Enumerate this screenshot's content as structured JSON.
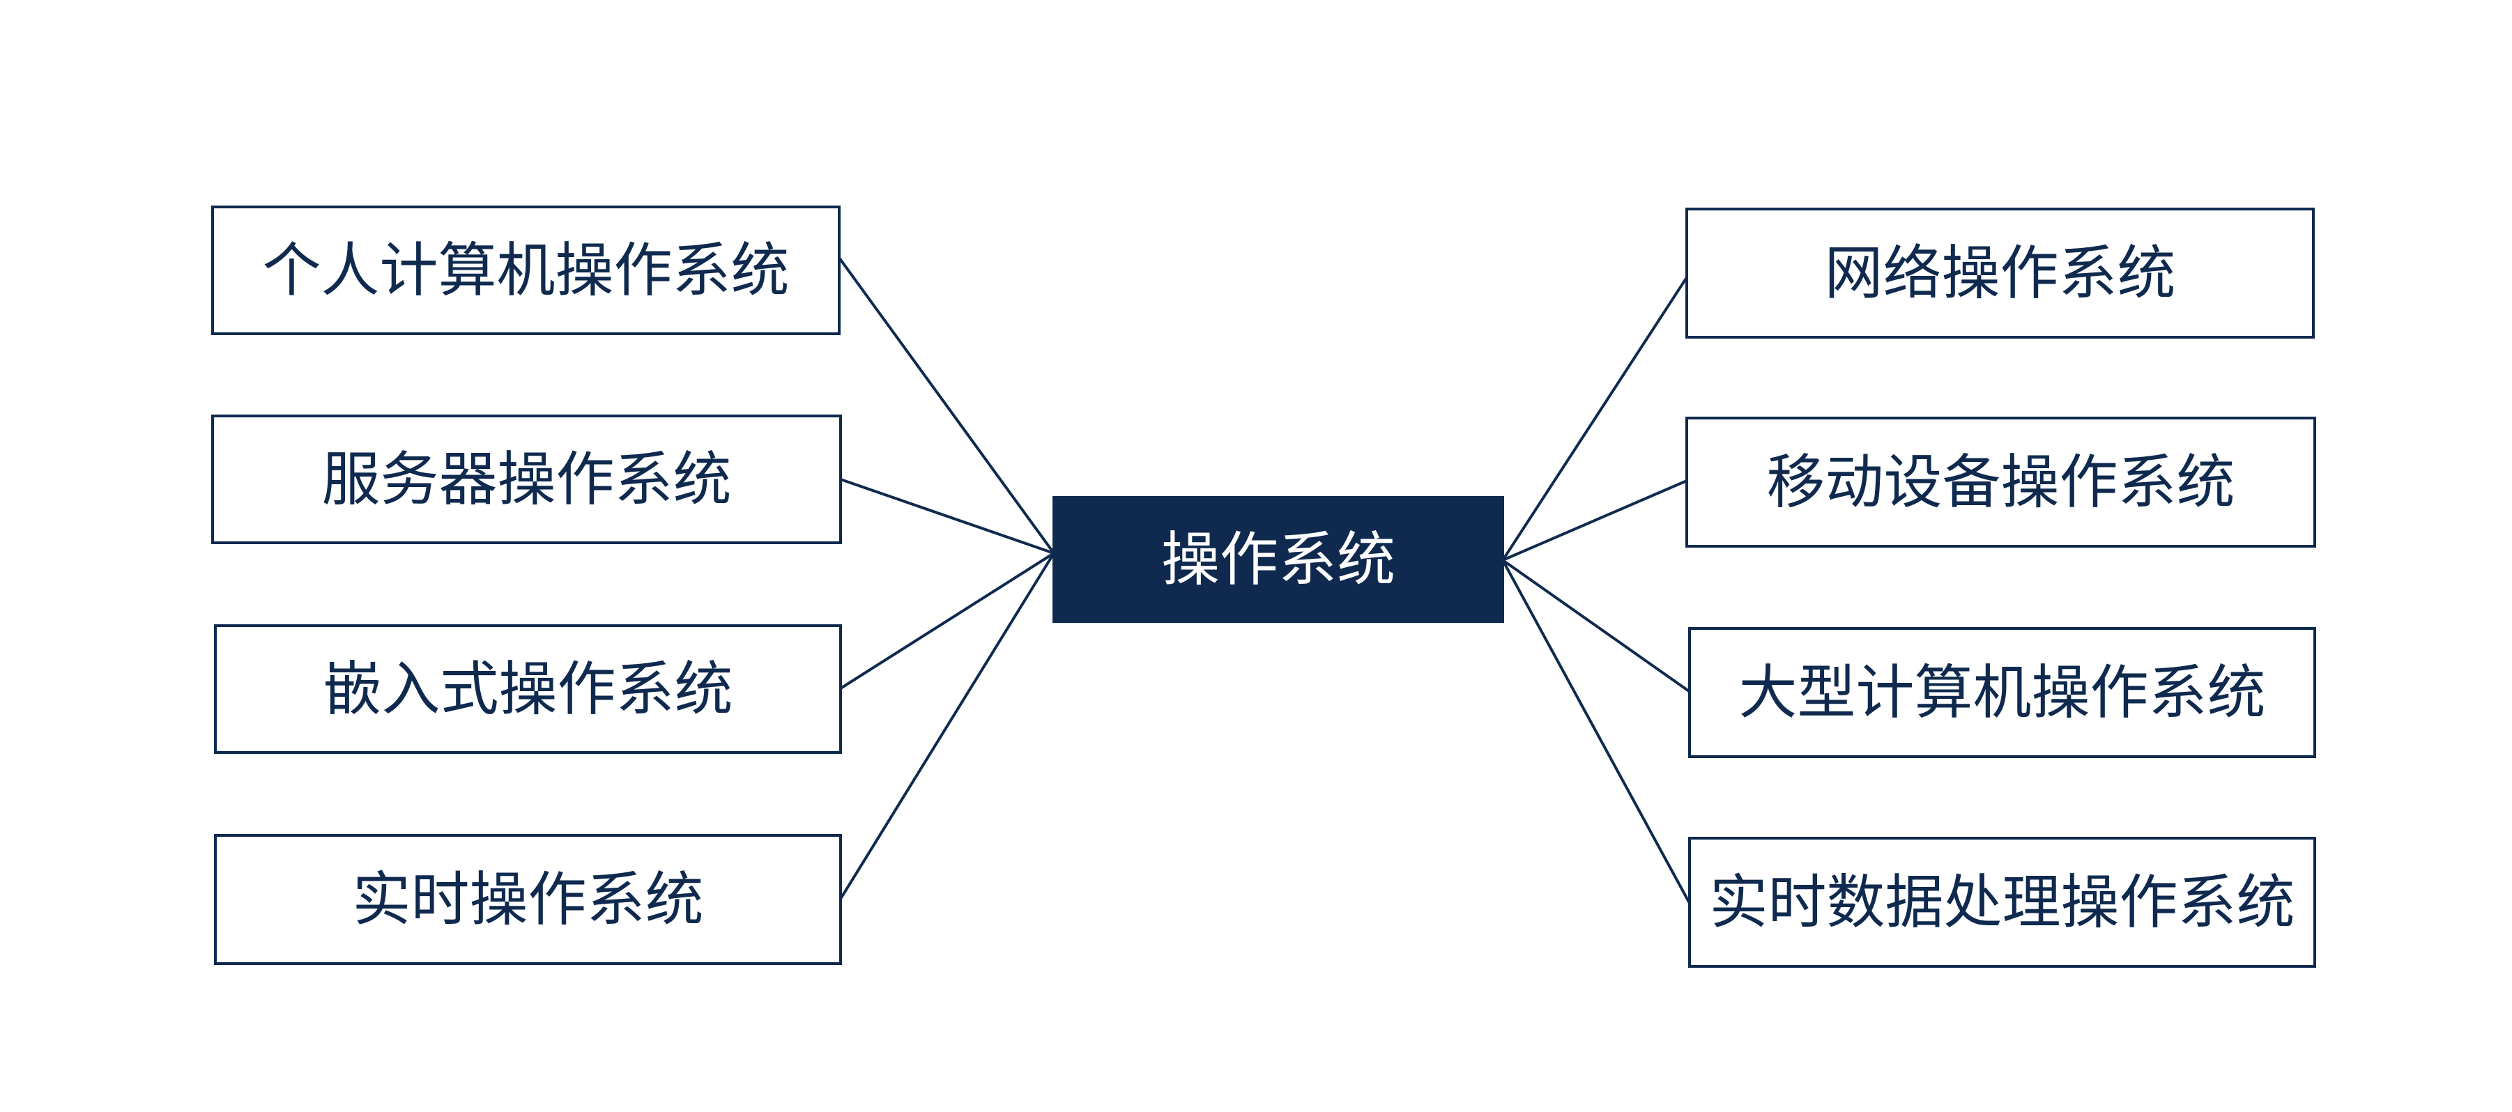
{
  "diagram": {
    "center": {
      "label": "操作系统"
    },
    "left_branches": [
      {
        "label": "个人计算机操作系统"
      },
      {
        "label": "服务器操作系统"
      },
      {
        "label": "嵌入式操作系统"
      },
      {
        "label": "实时操作系统"
      }
    ],
    "right_branches": [
      {
        "label": "网络操作系统"
      },
      {
        "label": "移动设备操作系统"
      },
      {
        "label": "大型计算机操作系统"
      },
      {
        "label": "实时数据处理操作系统"
      }
    ],
    "colors": {
      "primary": "#0f2a4e",
      "background": "#ffffff"
    }
  }
}
